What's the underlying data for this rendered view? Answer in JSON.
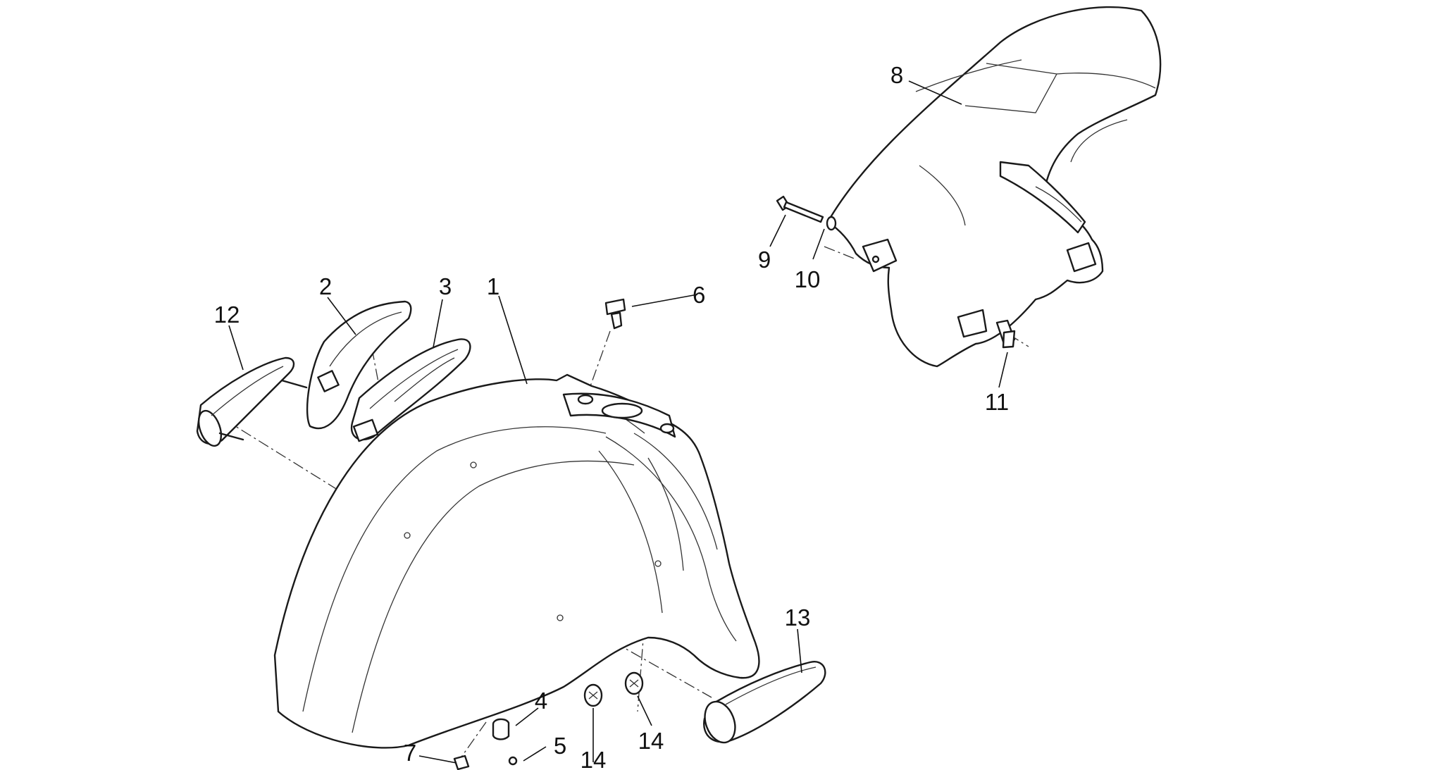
{
  "callouts": [
    {
      "id": "c1",
      "label": "1"
    },
    {
      "id": "c2",
      "label": "2"
    },
    {
      "id": "c3",
      "label": "3"
    },
    {
      "id": "c4",
      "label": "4"
    },
    {
      "id": "c5",
      "label": "5"
    },
    {
      "id": "c6",
      "label": "6"
    },
    {
      "id": "c7",
      "label": "7"
    },
    {
      "id": "c8",
      "label": "8"
    },
    {
      "id": "c9",
      "label": "9"
    },
    {
      "id": "c10",
      "label": "10"
    },
    {
      "id": "c11",
      "label": "11"
    },
    {
      "id": "c12",
      "label": "12"
    },
    {
      "id": "c13",
      "label": "13"
    },
    {
      "id": "c14a",
      "label": "14"
    },
    {
      "id": "c14b",
      "label": "14"
    }
  ],
  "colors": {
    "line": "#1a1a1a",
    "background": "#ffffff"
  }
}
